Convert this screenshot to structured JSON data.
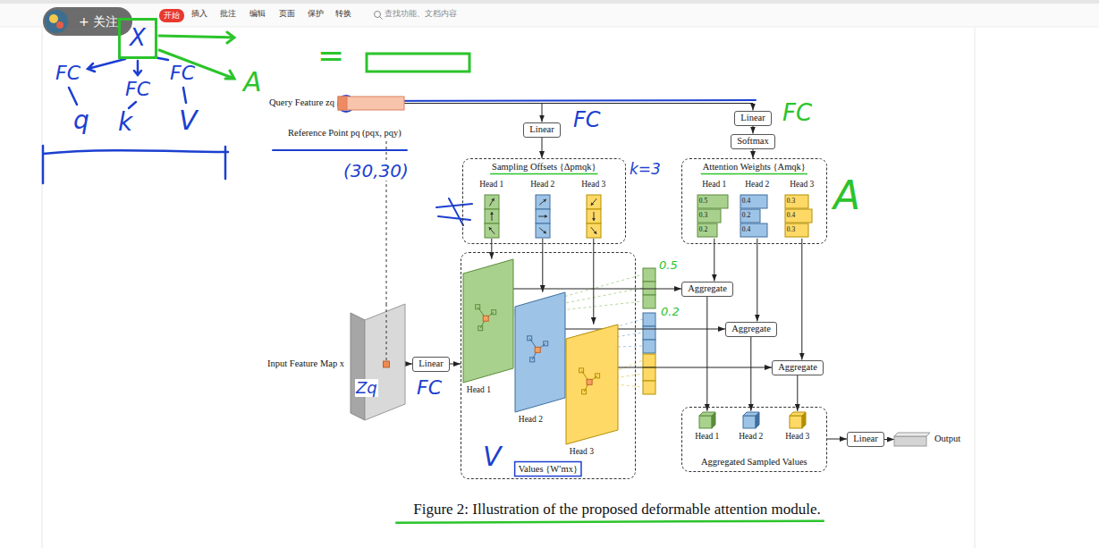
{
  "diagram": {
    "caption": "Figure 2: Illustration of the proposed deformable attention module.",
    "nodes": [
      {
        "text": [
          "+ 关注"
        ]
      },
      {
        "text": [
          "开始"
        ]
      },
      {
        "text": [
          "Query Feature zq"
        ]
      },
      {
        "text": [
          "Linear"
        ]
      },
      {
        "text": [
          "Linear"
        ]
      },
      {
        "text": [
          "Softmax"
        ]
      },
      {
        "text": [
          "Sampling Offsets {Δpmqk}"
        ]
      },
      {
        "text": [
          "Head 1"
        ],
        "in": 6
      },
      {
        "text": [
          "Head 2"
        ],
        "in": 6
      },
      {
        "text": [
          "Head 3"
        ],
        "in": 6
      },
      {
        "text": [
          "Attention Weights {Amqk}"
        ]
      },
      {
        "text": [
          "Head 1",
          "0.5",
          "0.3",
          "0.2"
        ],
        "in": 10
      },
      {
        "text": [
          "Head 2",
          "0.4",
          "0.2",
          "0.4"
        ],
        "in": 10
      },
      {
        "text": [
          "Head 3",
          "0.3",
          "0.4",
          "0.3"
        ],
        "in": 10
      },
      {
        "text": [
          "Input Feature Map x"
        ]
      },
      {
        "text": [
          "Linear"
        ]
      },
      {
        "text": [
          "Values {W′mx}"
        ]
      },
      {
        "text": [
          "Head 1"
        ],
        "in": 16
      },
      {
        "text": [
          "Head 2"
        ],
        "in": 16
      },
      {
        "text": [
          "Head 3"
        ],
        "in": 16
      },
      {
        "text": [
          "Aggregate"
        ]
      },
      {
        "text": [
          "Aggregate"
        ]
      },
      {
        "text": [
          "Aggregate"
        ]
      },
      {
        "text": [
          "Aggregated Sampled Values"
        ]
      },
      {
        "text": [
          "Head 1"
        ],
        "in": 23
      },
      {
        "text": [
          "Head 2"
        ],
        "in": 23
      },
      {
        "text": [
          "Head 3"
        ],
        "in": 23
      },
      {
        "text": [
          "Linear"
        ]
      },
      {
        "text": [
          "Output"
        ]
      },
      {
        "text": [
          "X"
        ]
      }
    ],
    "edges": [
      {
        "from": 2,
        "to": 3,
        "arrow": "to"
      },
      {
        "from": 2,
        "to": 4,
        "arrow": "to"
      },
      {
        "from": 3,
        "to": 6,
        "arrow": "to"
      },
      {
        "from": 4,
        "to": 5,
        "arrow": "to"
      },
      {
        "from": 5,
        "to": 10,
        "arrow": "to"
      },
      {
        "from": 14,
        "to": 15,
        "arrow": "to"
      },
      {
        "from": 15,
        "to": 16,
        "arrow": "to"
      },
      {
        "from": 7,
        "to": 17,
        "arrow": "to"
      },
      {
        "from": 8,
        "to": 18,
        "arrow": "to"
      },
      {
        "from": 9,
        "to": 19,
        "arrow": "to"
      },
      {
        "from": 17,
        "to": 20,
        "arrow": "to"
      },
      {
        "from": 18,
        "to": 21,
        "arrow": "to"
      },
      {
        "from": 19,
        "to": 22,
        "arrow": "to"
      },
      {
        "from": 11,
        "to": 20,
        "arrow": "to"
      },
      {
        "from": 12,
        "to": 21,
        "arrow": "to"
      },
      {
        "from": 13,
        "to": 22,
        "arrow": "to"
      },
      {
        "from": 20,
        "to": 24,
        "arrow": "to"
      },
      {
        "from": 21,
        "to": 25,
        "arrow": "to"
      },
      {
        "from": 22,
        "to": 26,
        "arrow": "to"
      },
      {
        "from": 23,
        "to": 27,
        "arrow": "to"
      },
      {
        "from": 27,
        "to": 28,
        "arrow": "to"
      }
    ],
    "labels": [
      "插入",
      "批注",
      "编辑",
      "页面",
      "保护",
      "转换",
      "查找功能、文档内容",
      "FC",
      "FC",
      "FC",
      "q",
      "k",
      "V",
      "A",
      "=",
      "Reference Point pq (pqx, pqy)",
      "FC",
      "FC",
      "(30,30)",
      "k=3",
      "A",
      "0.5",
      "0.2",
      "Zq",
      "FC",
      "V"
    ]
  }
}
